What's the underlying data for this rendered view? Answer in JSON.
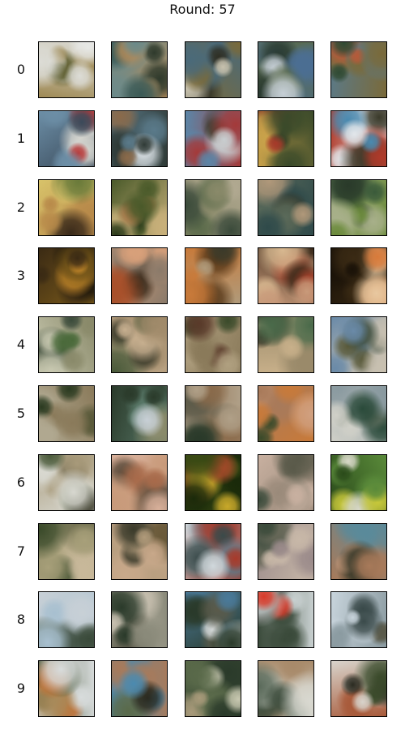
{
  "title": "Round: 57",
  "row_labels": [
    "0",
    "1",
    "2",
    "3",
    "4",
    "5",
    "6",
    "7",
    "8",
    "9"
  ],
  "columns": 5,
  "tile_palettes": [
    [
      [
        "#dcdcd6",
        "#e7e8e6",
        "#9f8a55",
        "#5a5a2a"
      ],
      [
        "#6b8a8a",
        "#3b5a56",
        "#b08a5a",
        "#2f3a2c"
      ],
      [
        "#4a6a7a",
        "#c8c2ae",
        "#7a6a3a",
        "#2f2f24"
      ],
      [
        "#4b6e93",
        "#c6cfd6",
        "#5a6a4a",
        "#2a3a30"
      ],
      [
        "#7a6a3a",
        "#2f4a34",
        "#5a7a8a",
        "#b65a3a"
      ]
    ],
    [
      [
        "#6c8ea6",
        "#b83a3a",
        "#3a4a5a",
        "#d6d6d0"
      ],
      [
        "#2f3a36",
        "#cfd6da",
        "#5a7a8a",
        "#8a6a4a"
      ],
      [
        "#5b86a8",
        "#c9cfd1",
        "#a43a3a",
        "#3a3a2c"
      ],
      [
        "#3a4a2a",
        "#a83a2a",
        "#c9a24a",
        "#2f3a24"
      ],
      [
        "#e2e6ea",
        "#4a8ab0",
        "#b03a2a",
        "#3a3a2a"
      ]
    ],
    [
      [
        "#b88a4a",
        "#6a7a3a",
        "#d8c36a",
        "#3a2a1a"
      ],
      [
        "#4a5a2a",
        "#a87a4a",
        "#c8b07a",
        "#2a3a1a"
      ],
      [
        "#8a8a6a",
        "#3a4a3a",
        "#b0a890",
        "#5a6a4a"
      ],
      [
        "#2f4a4a",
        "#b0987a",
        "#5a6a5a",
        "#3a3a2a"
      ],
      [
        "#6a8a3a",
        "#3a5a3a",
        "#a8b08a",
        "#2a3a2a"
      ]
    ],
    [
      [
        "#3a2a14",
        "#c88a2a",
        "#7a5a1a",
        "#1a140a"
      ],
      [
        "#d8a07a",
        "#a8502a",
        "#8a7a6a",
        "#3a2a1a"
      ],
      [
        "#c87a3a",
        "#5a3a1a",
        "#b09a7a",
        "#3a3a2a"
      ],
      [
        "#c89a7a",
        "#a8402a",
        "#3a2a1a",
        "#d8b890"
      ],
      [
        "#1a1208",
        "#d87a3a",
        "#3a2a14",
        "#e8c8a0"
      ]
    ],
    [
      [
        "#8a8a6a",
        "#4a6a3a",
        "#c8c8b0",
        "#3a4a3a"
      ],
      [
        "#a08a6a",
        "#4a5a3a",
        "#c8b090",
        "#3a3a2a"
      ],
      [
        "#8a7a5a",
        "#3a4a2a",
        "#b0a080",
        "#5a3a2a"
      ],
      [
        "#c8b08a",
        "#4a6a4a",
        "#9a8a6a",
        "#3a3a2a"
      ],
      [
        "#6a8aa8",
        "#3a4a3a",
        "#c8c0b0",
        "#5a5a3a"
      ]
    ],
    [
      [
        "#b0a890",
        "#2a3a20",
        "#8a7a5a",
        "#5a5a3a"
      ],
      [
        "#2a3a2a",
        "#c8d0d6",
        "#5a7a6a",
        "#8a8a6a"
      ],
      [
        "#b0a088",
        "#2a3a2a",
        "#8a6a4a",
        "#5a5a4a"
      ],
      [
        "#c87a3a",
        "#3a4a2a",
        "#a87a5a",
        "#d0a080"
      ],
      [
        "#d0d0c8",
        "#2a4a3a",
        "#8a9aa0",
        "#5a6a5a"
      ]
    ],
    [
      [
        "#d8d8d0",
        "#4a5a3a",
        "#a89a7a",
        "#3a3a2a"
      ],
      [
        "#c89a7a",
        "#a86a4a",
        "#d8b09a",
        "#5a4a3a"
      ],
      [
        "#3a4a14",
        "#c8a82a",
        "#1a2a0a",
        "#a84a2a"
      ],
      [
        "#c8b0a0",
        "#3a4a3a",
        "#9a8a7a",
        "#5a5a4a"
      ],
      [
        "#5a8a3a",
        "#c8c83a",
        "#2a4a1a",
        "#d8d8c8"
      ]
    ],
    [
      [
        "#a8a07a",
        "#3a4a2a",
        "#c8b89a",
        "#6a6a4a"
      ],
      [
        "#b09a7a",
        "#3a3a2a",
        "#c8a88a",
        "#6a5a3a"
      ],
      [
        "#d0d8dc",
        "#3a4a4a",
        "#a83a2a",
        "#5a7a8a"
      ],
      [
        "#c8b8a8",
        "#3a4a3a",
        "#9a8a8a",
        "#6a6a5a"
      ],
      [
        "#a87a5a",
        "#3a3a2a",
        "#5a8a9a",
        "#c89a7a"
      ]
    ],
    [
      [
        "#a8c0d0",
        "#3a4a3a",
        "#c8d0d6",
        "#5a6a5a"
      ],
      [
        "#8a8a7a",
        "#2a3a2a",
        "#c8c0b0",
        "#5a5a4a"
      ],
      [
        "#2a3a2a",
        "#d8dcdc",
        "#4a7a9a",
        "#5a5a4a"
      ],
      [
        "#3a4a3a",
        "#d83a2a",
        "#c8d0d0",
        "#2a2a20"
      ],
      [
        "#c8d4dc",
        "#3a4a4a",
        "#8a9aa0",
        "#5a5a4a"
      ]
    ],
    [
      [
        "#d8dcdc",
        "#c86a2a",
        "#3a4a2a",
        "#a88a5a"
      ],
      [
        "#4a8ab0",
        "#2a2a20",
        "#a87a5a",
        "#5a6a4a"
      ],
      [
        "#5a6a4a",
        "#c8c8b0",
        "#2a3a2a",
        "#a89a7a"
      ],
      [
        "#d8d8d0",
        "#3a4a3a",
        "#a88a6a",
        "#5a6a5a"
      ],
      [
        "#d8d4cc",
        "#3a4a2a",
        "#a85a3a",
        "#2a2a20"
      ]
    ]
  ]
}
